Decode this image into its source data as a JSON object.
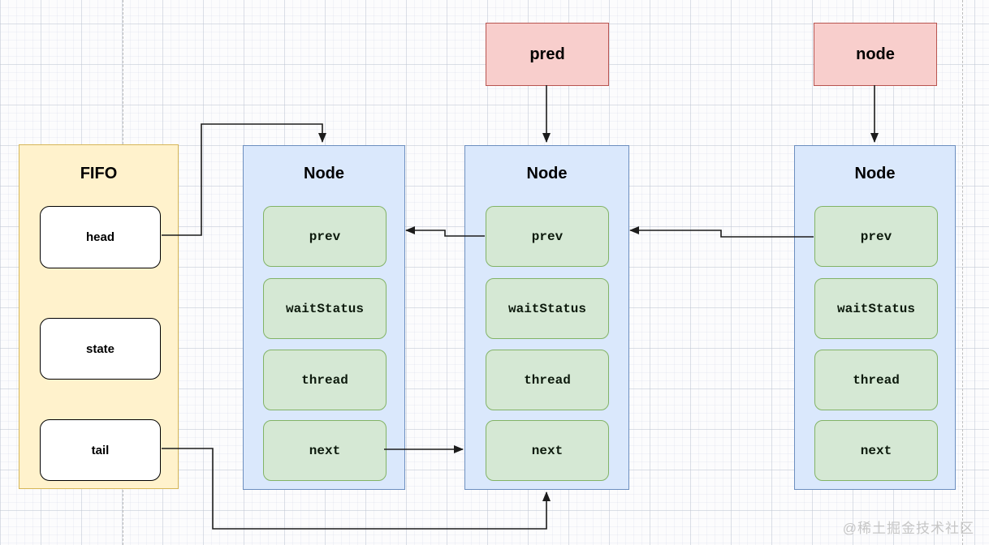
{
  "palette": {
    "fifo_fill": "#FFF2CC",
    "fifo_border": "#D6B656",
    "node_fill": "#DAE8FC",
    "node_border": "#6C8EBF",
    "field_fill": "#D5E8D4",
    "field_border": "#82B366",
    "pointer_fill": "#F8CECC",
    "pointer_border": "#B85450",
    "wire": "#1c1c1c",
    "guide": "#bcbcbc"
  },
  "fifo": {
    "title": "FIFO",
    "fields": [
      {
        "label": "head"
      },
      {
        "label": "state"
      },
      {
        "label": "tail"
      }
    ]
  },
  "pointers": {
    "pred": {
      "label": "pred"
    },
    "node": {
      "label": "node"
    }
  },
  "nodes": [
    {
      "title": "Node",
      "fields": [
        {
          "label": "prev"
        },
        {
          "label": "waitStatus"
        },
        {
          "label": "thread"
        },
        {
          "label": "next"
        }
      ]
    },
    {
      "title": "Node",
      "fields": [
        {
          "label": "prev"
        },
        {
          "label": "waitStatus"
        },
        {
          "label": "thread"
        },
        {
          "label": "next"
        }
      ]
    },
    {
      "title": "Node",
      "fields": [
        {
          "label": "prev"
        },
        {
          "label": "waitStatus"
        },
        {
          "label": "thread"
        },
        {
          "label": "next"
        }
      ]
    }
  ],
  "edges": [
    {
      "from": "FIFO.head",
      "to": "Node1.top"
    },
    {
      "from": "pred",
      "to": "Node2.top"
    },
    {
      "from": "node",
      "to": "Node3.top"
    },
    {
      "from": "Node2.prev",
      "to": "Node1.right"
    },
    {
      "from": "Node3.prev",
      "to": "Node2.right"
    },
    {
      "from": "Node1.next",
      "to": "Node2.left"
    },
    {
      "from": "FIFO.tail",
      "to": "Node2.bottom"
    }
  ],
  "watermark": {
    "text": "@稀土掘金技术社区"
  }
}
